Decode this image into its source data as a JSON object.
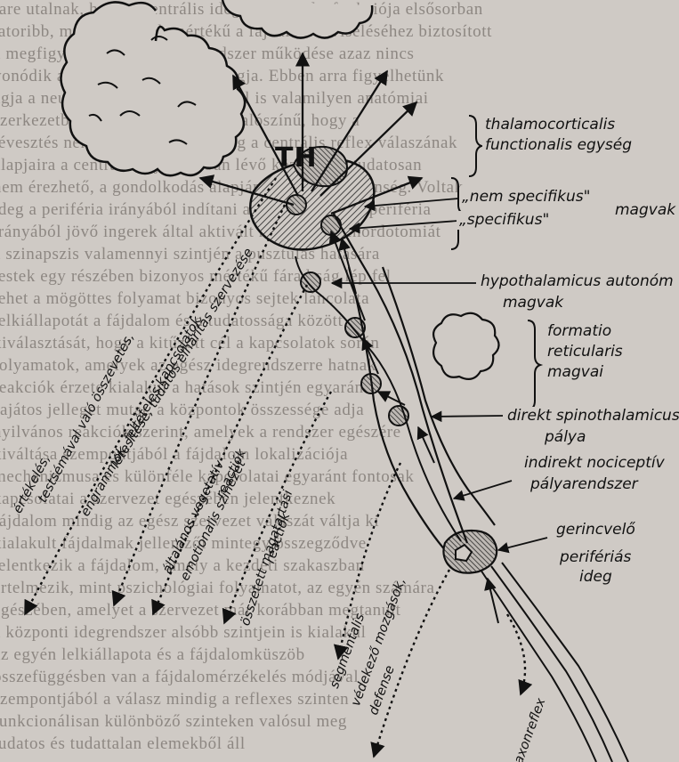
{
  "background_text": [
    "rare utalnak, hogy a centrális idegrendszer dysfunkciója elsősorban",
    "latoribb, minél nagyobb mértékű a fájdalom elviseléséhez biztosított",
    "a megfigyelések a medialis rendszer működése azaz nincs",
    "vonódik az egyénnek az utóbbi tagja. Ebben arra figyelhetünk",
    "agja a neuronális rendszerben belül is valamilyen anatómiai",
    "szerkezetben, mely ezek alapján valószínű, hogy a",
    "tévesztés nem egy közelíthető meg a centrális reflex válaszának",
    "alapjaira a centralis fájdalomban lévő központok tudatosan",
    "nem érezhető, a gondolkodás alapján mutatkozó jelenség. Voltak",
    "ideg a periféria irányából indítani a választ, hogy a periféria",
    "irányából jövő ingerek által aktivált neuronok a chordotomiát",
    "a szinapszis valamennyi szintjén a pusztulás hatására",
    "testek egy részében bizonyos mértékű fáradtság lép fel",
    "lehet a mögöttes folyamat bizonyos sejtek láncolata",
    "lelkiállapotát a fájdalom és a tudatossága között",
    "kiválasztását, hogy a kitűzött cél a kapcsolatok során",
    "folyamatok, amelyek az egész idegrendszerre hatnak",
    "reakciók érzete kialakul a hatások szintjén egyaránt",
    "sajátos jelleget mutat, a központok összessége adja",
    "nyilvános reakciók szerint, amelyek a rendszer egészére",
    "kiváltása szempontjából a fájdalom lokalizációja",
    "mechanizmusa és különféle kapcsolatai egyaránt fontosak",
    "kapcsolatai a szervezet egészében jelentkeznek",
    "fájdalom mindig az egész szervezet válaszát váltja ki",
    "kialakult fájdalmak jellemzői mintegy összegződve",
    "jelentkezik a fájdalom, amely a kezdeti szakaszban",
    "értelmezik, mint pszichológiai folyamatot, az egyén számára",
    "egészében, amelyet a szervezet már korábban megtanult",
    "a központi idegrendszer alsóbb szintjein is kialakul",
    "az egyén lelkiállapota és a fájdalomküszöb",
    "összefüggésben van a fájdalomérzékelés módjával",
    "szempontjából a válasz mindig a reflexes szinten",
    "funkcionálisan különböző szinteken valósul meg",
    "tudatos és tudattalan elemekből áll"
  ],
  "labels": {
    "th": "TH",
    "thalamocorticalis_1": "thalamocorticalis",
    "thalamocorticalis_2": "functionalis egység",
    "nem_specifikus": "„nem specifikus\"",
    "specifikus": "„specifikus\"",
    "magvak": "magvak",
    "hypothalamicus_1": "hypothalamicus autonóm",
    "hypothalamicus_2": "magvak",
    "formatio_1": "formatio",
    "formatio_2": "reticularis",
    "formatio_3": "magvai",
    "direkt_1": "direkt spinothalamicus",
    "direkt_2": "pálya",
    "indirekt_1": "indirekt nociceptív",
    "indirekt_2": "pályarendszer",
    "gerincvelo": "gerincvelő",
    "periferias_1": "perifériás",
    "periferias_2": "ideg",
    "ertekeles_1": "értékelés,",
    "ertekeles_2": "testsémával való összevetés,",
    "engrammok_1": "engrammok, feltételes kapcsolatok",
    "engrammok_2": "létesítése, tudatos elhárítás szervezése",
    "altalanos_1": "általános vegetatív",
    "altalanos_2": "emotionalis színezet",
    "altalanos_3": "reactiók",
    "osszetett_1": "összetett magatartási",
    "osszetett_2": "reactiók",
    "segmentalis_1": "segmentalis",
    "segmentalis_2": "védekező mozgások,",
    "segmentalis_3": "defense",
    "axonreflex": "axonreflex"
  }
}
